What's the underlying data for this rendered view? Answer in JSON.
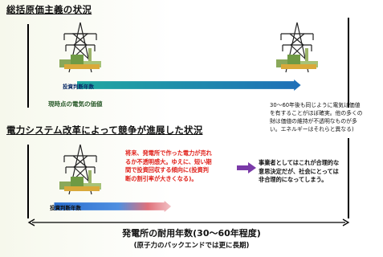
{
  "section1": {
    "title": "総括原価主義の状況",
    "arrow_label": "投資判断年数",
    "current_value": "現時点の電気の価値",
    "right_lines": [
      "30〜60年後も同じように電気は価値",
      "を有することがほぼ確実。他の多くの",
      "財は価値の維持が不透明なものが多",
      "い。エネルギーはそれらと異なる)"
    ]
  },
  "section2": {
    "title": "電力システム改革によって競争が進展した状況",
    "red_lines": [
      "将来、発電所で作った電力が売れ",
      "るか不透明感大。ゆえに、短い期",
      "間で投資回収する傾向に(投資判",
      "断の割引率が大きくなる)。"
    ],
    "biz_lines": [
      "事業者としてはこれが合理的な",
      "意思決定だが、社会にとっては",
      "非合理的になってしまう。"
    ],
    "arrow_label": "投資判断年数"
  },
  "bottom": {
    "lifetime": "発電所の耐用年数(30〜60年程度)",
    "note": "(原子力のバックエンドでは更に長期)"
  },
  "colors": {
    "teal_arrow": "#1a9aa8",
    "blue_arrow": "#2a6fd0",
    "red_text": "#e0201a",
    "purple_arrow": "#7a3aa8"
  }
}
